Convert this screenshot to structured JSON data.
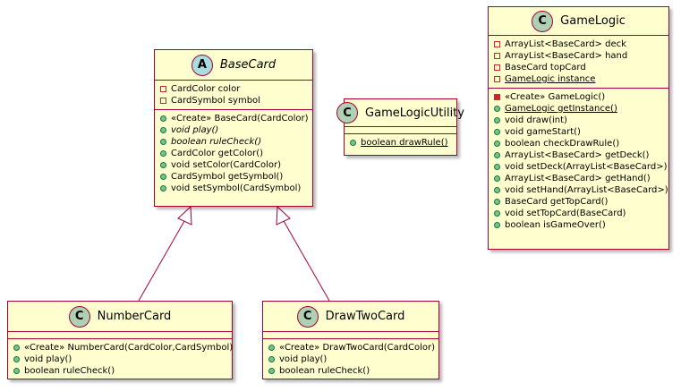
{
  "diagram": {
    "colors": {
      "class_fill": "#fefece",
      "border": "#a80036",
      "class_spot": "#add1b2",
      "abstract_spot": "#a9dcdf",
      "private_marker": "#c82930",
      "public_marker": "#84be84"
    },
    "classes": {
      "basecard": {
        "spot": "A",
        "name": "BaseCard",
        "fields": [
          {
            "vis": "private",
            "text": "CardColor color"
          },
          {
            "vis": "private",
            "text": "CardSymbol symbol"
          }
        ],
        "methods": [
          {
            "vis": "public",
            "text": "«Create» BaseCard(CardColor)"
          },
          {
            "vis": "public",
            "text": "void play()",
            "italic": true
          },
          {
            "vis": "public",
            "text": "boolean ruleCheck()",
            "italic": true
          },
          {
            "vis": "public",
            "text": "CardColor getColor()"
          },
          {
            "vis": "public",
            "text": "void setColor(CardColor)"
          },
          {
            "vis": "public",
            "text": "CardSymbol getSymbol()"
          },
          {
            "vis": "public",
            "text": "void setSymbol(CardSymbol)"
          }
        ]
      },
      "gamelogicutility": {
        "spot": "C",
        "name": "GameLogicUtility",
        "fields": [],
        "methods": [
          {
            "vis": "public",
            "text": "boolean drawRule()",
            "static": true
          }
        ]
      },
      "gamelogic": {
        "spot": "C",
        "name": "GameLogic",
        "fields": [
          {
            "vis": "private",
            "text": "ArrayList<BaseCard> deck"
          },
          {
            "vis": "private",
            "text": "ArrayList<BaseCard> hand"
          },
          {
            "vis": "private",
            "text": "BaseCard topCard"
          },
          {
            "vis": "private",
            "text": "GameLogic instance",
            "static": true
          }
        ],
        "methods": [
          {
            "vis": "private-filled",
            "text": "«Create» GameLogic()"
          },
          {
            "vis": "public",
            "text": "GameLogic getInstance()",
            "static": true
          },
          {
            "vis": "public",
            "text": "void draw(int)"
          },
          {
            "vis": "public",
            "text": "void gameStart()"
          },
          {
            "vis": "public",
            "text": "boolean checkDrawRule()"
          },
          {
            "vis": "public",
            "text": "ArrayList<BaseCard> getDeck()"
          },
          {
            "vis": "public",
            "text": "void setDeck(ArrayList<BaseCard>)"
          },
          {
            "vis": "public",
            "text": "ArrayList<BaseCard> getHand()"
          },
          {
            "vis": "public",
            "text": "void setHand(ArrayList<BaseCard>)"
          },
          {
            "vis": "public",
            "text": "BaseCard getTopCard()"
          },
          {
            "vis": "public",
            "text": "void setTopCard(BaseCard)"
          },
          {
            "vis": "public",
            "text": "boolean isGameOver()"
          }
        ]
      },
      "numbercard": {
        "spot": "C",
        "name": "NumberCard",
        "fields": [],
        "methods": [
          {
            "vis": "public",
            "text": "«Create» NumberCard(CardColor,CardSymbol)"
          },
          {
            "vis": "public",
            "text": "void play()"
          },
          {
            "vis": "public",
            "text": "boolean ruleCheck()"
          }
        ]
      },
      "drawtwocard": {
        "spot": "C",
        "name": "DrawTwoCard",
        "fields": [],
        "methods": [
          {
            "vis": "public",
            "text": "«Create» DrawTwoCard(CardColor)"
          },
          {
            "vis": "public",
            "text": "void play()"
          },
          {
            "vis": "public",
            "text": "boolean ruleCheck()"
          }
        ]
      }
    }
  }
}
